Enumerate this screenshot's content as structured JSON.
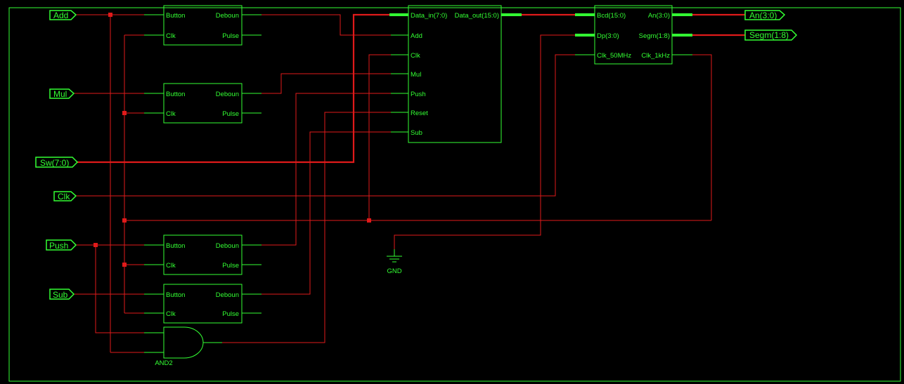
{
  "colors": {
    "background": "#000000",
    "symbol": "#33ff33",
    "wire": "#e01a1a"
  },
  "ports": {
    "add": "Add",
    "mul": "Mul",
    "sw": "Sw(7:0)",
    "clk": "Clk",
    "push": "Push",
    "sub": "Sub",
    "an": "An(3:0)",
    "segm": "Segm(1:8)"
  },
  "debouncer": {
    "button": "Button",
    "clk": "Clk",
    "deboun": "Deboun",
    "pulse": "Pulse"
  },
  "alu": {
    "data_in": "Data_in(7:0)",
    "data_out": "Data_out(15:0)",
    "add": "Add",
    "clk": "Clk",
    "mul": "Mul",
    "push": "Push",
    "reset": "Reset",
    "sub": "Sub"
  },
  "display": {
    "bcd": "Bcd(15:0)",
    "dp": "Dp(3:0)",
    "clk50": "Clk_50MHz",
    "an": "An(3:0)",
    "segm": "Segm(1:8)",
    "clk1k": "Clk_1kHz"
  },
  "gnd": "GND",
  "and_gate": "AND2"
}
